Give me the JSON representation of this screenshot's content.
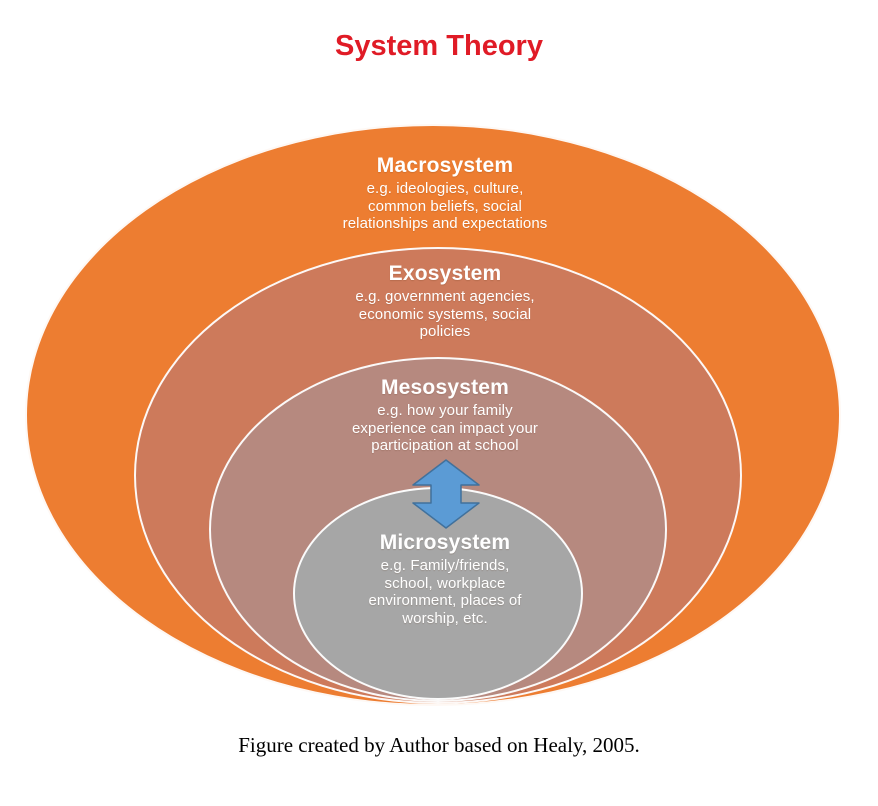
{
  "title": {
    "text": "System Theory",
    "color": "#E01B26"
  },
  "systems": [
    {
      "name": "Macrosystem",
      "examples": "e.g. ideologies, culture,\ncommon beliefs, social\nrelationships and expectations",
      "color": "#ED7D31"
    },
    {
      "name": "Exosystem",
      "examples": "e.g. government agencies,\neconomic systems, social\npolicies",
      "color": "#CD7A5B"
    },
    {
      "name": "Mesosystem",
      "examples": "e.g. how your family\nexperience can impact your\nparticipation at school",
      "color": "#B6897F"
    },
    {
      "name": "Microsystem",
      "examples": "e.g. Family/friends,\nschool, workplace\nenvironment,  places of\nworship, etc.",
      "color": "#A6A6A6"
    }
  ],
  "arrow": {
    "icon_name": "up-down-arrow-icon",
    "fill": "#5B9BD5",
    "stroke": "#41719C"
  },
  "caption": {
    "text": "Figure created by Author based on Healy, 2005."
  },
  "text_color": "#FFFFFF",
  "background_color": "#FFFFFF"
}
